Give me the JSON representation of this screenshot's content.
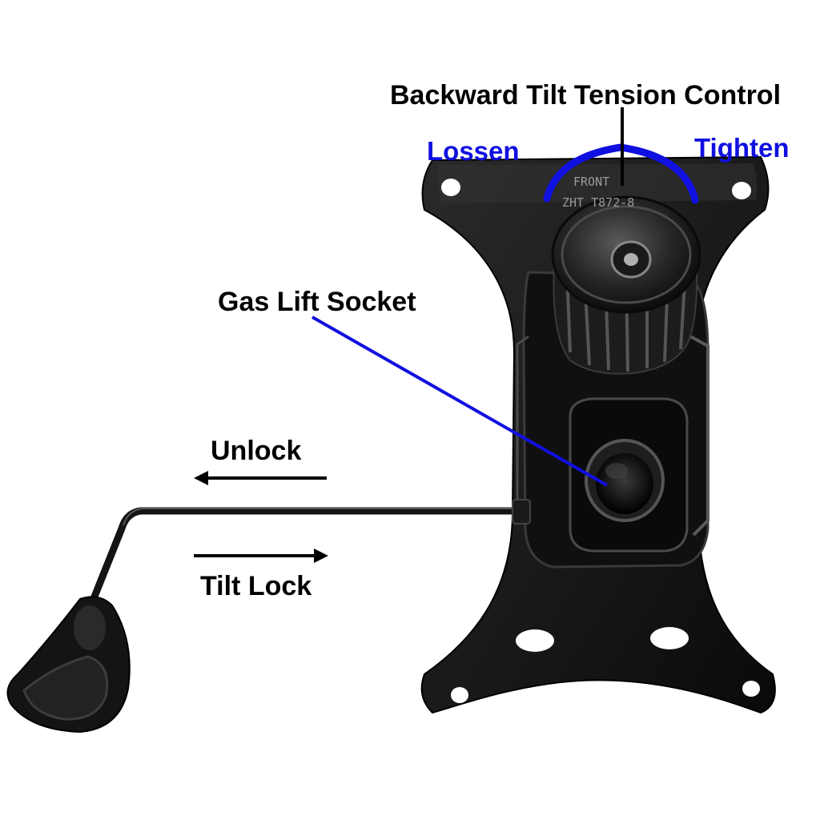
{
  "labels": {
    "tension_control": "Backward Tilt Tension Control",
    "loosen": "Lossen",
    "tighten": "Tighten",
    "gas_lift": "Gas Lift Socket",
    "unlock": "Unlock",
    "tilt_lock": "Tilt Lock"
  },
  "plate_stamp": {
    "line1": "FRONT",
    "line2": "ZHT T872-8"
  },
  "colors": {
    "accent_blue": "#1010e0",
    "label_black": "#000000",
    "metal": "#141414"
  },
  "icons": {
    "unlock_arrow": "arrow-left-icon",
    "tilt_lock_arrow": "arrow-right-icon",
    "tension_arc": "arc-icon"
  }
}
